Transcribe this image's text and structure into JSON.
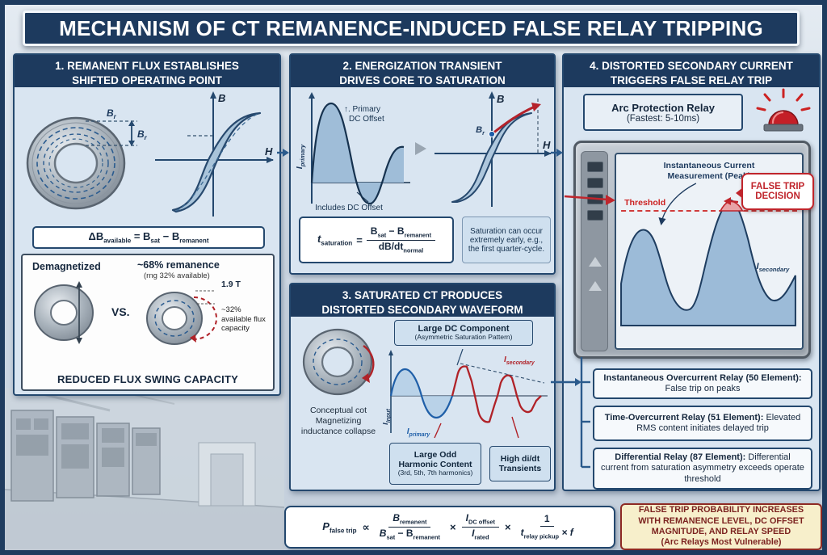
{
  "title": "MECHANISM OF CT REMANENCE-INDUCED FALSE RELAY TRIPPING",
  "panel1": {
    "heading1": "1. REMANENT FLUX ESTABLISHES",
    "heading2": "SHIFTED OPERATING POINT",
    "br_main": "B",
    "br_sub": "r",
    "axis_b": "B",
    "axis_h": "H",
    "formula": {
      "p1": "ΔB",
      "s1": "available",
      "p2": " = B",
      "s2": "sat",
      "p3": " − B",
      "s3": "remanent"
    },
    "compare": {
      "left_title": "Demagnetized",
      "vs": "VS.",
      "right_title": "~68% remanence",
      "right_note": "(rng 32% available)",
      "tesla": "1.9 T",
      "capacity": "~32% available flux capacity",
      "footer": "REDUCED FLUX SWING CAPACITY"
    }
  },
  "panel2": {
    "heading1": "2. ENERGIZATION TRANSIENT",
    "heading2": "DRIVES CORE TO SATURATION",
    "yaxis_main": "I",
    "yaxis_sub": "primary",
    "ann_primary1": "↑. Primary",
    "ann_primary2": "DC Offset",
    "ann_includes": "Includes DC Offset",
    "axis_b": "B",
    "axis_h": "H",
    "br_main": "B",
    "br_sub": "r",
    "formula": {
      "lhs_main": "t",
      "lhs_sub": "saturation",
      "eq": "=",
      "num_p1": "B",
      "num_s1": "sat",
      "num_p2": " − B",
      "num_s2": "remanent",
      "den_p1": "dB/dt",
      "den_s1": "normal"
    },
    "note": "Saturation can occur extremely early, e.g., the first quarter-cycle."
  },
  "panel3": {
    "heading1": "3. SATURATED CT PRODUCES",
    "heading2": "DISTORTED SECONDARY WAVEFORM",
    "dc_box_title": "Large DC Component",
    "dc_box_sub": "(Asymmetric Saturation Pattern)",
    "isec_main": "I",
    "isec_sub": "secondary",
    "iin_main": "I",
    "iin_sub": "Input",
    "iprim_main": "I",
    "iprim_sub": "primary",
    "caption1": "Conceptual cot",
    "caption2": "Magnetizing",
    "caption3": "inductance collapse",
    "harm_box_title1": "Large Odd",
    "harm_box_title2": "Harmonic Content",
    "harm_box_sub": "(3rd, 5th, 7th harmonics)",
    "didt_box1": "High di/dt",
    "didt_box2": "Transients"
  },
  "panel4": {
    "heading1": "4. DISTORTED SECONDARY CURRENT",
    "heading2": "TRIGGERS FALSE RELAY TRIP",
    "arc_title": "Arc Protection Relay",
    "arc_sub": "(Fastest: 5-10ms)",
    "measure1": "Instantaneous Current",
    "measure2": "Measurement (Peak)",
    "threshold": "Threshold",
    "false_trip1": "FALSE TRIP",
    "false_trip2": "DECISION",
    "isec_main": "I",
    "isec_sub": "secondary",
    "relays": [
      {
        "bold": "Instantaneous Overcurrent Relay (50 Element):",
        "rest": " False trip on peaks"
      },
      {
        "bold": "Time-Overcurrent Relay (51 Element):",
        "rest": " Elevated RMS content initiates delayed trip"
      },
      {
        "bold": "Differential Relay (87 Element):",
        "rest": " Differential current from saturation asymmetry exceeds operate threshold"
      }
    ]
  },
  "probability": {
    "lhs_main": "P",
    "lhs_sub": "false trip",
    "propto": "∝",
    "f1_num_main": "B",
    "f1_num_sub": "remanent",
    "f1_den_p1": "B",
    "f1_den_s1": "sat",
    "f1_den_p2": " − B",
    "f1_den_s2": "remanent",
    "times1": "×",
    "f2_num_main": "I",
    "f2_num_sub": "DC offset",
    "f2_den_main": "I",
    "f2_den_sub": "rated",
    "times2": "×",
    "f3_num": "1",
    "f3_den_p1": "t",
    "f3_den_s1": "relay pickup",
    "f3_den_p2": " × f"
  },
  "warning": {
    "line1": "FALSE TRIP PROBABILITY INCREASES",
    "line2": "WITH REMANENCE LEVEL, DC OFFSET",
    "line3": "MAGNITUDE, AND RELAY SPEED",
    "line4": "(Arc Relays Most Vulnerable)"
  }
}
